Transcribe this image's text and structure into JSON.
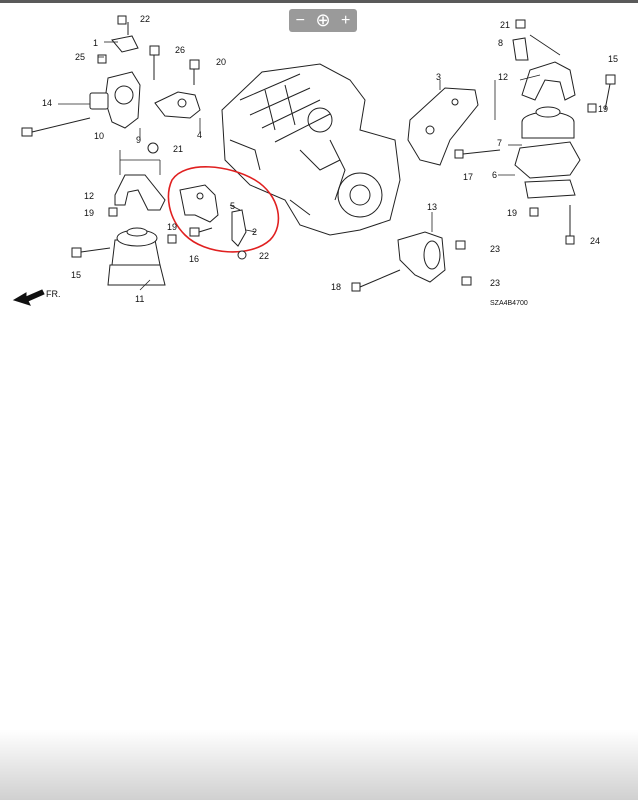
{
  "toolbar": {
    "zoom_out": "−",
    "zoom_fit": "⊕",
    "zoom_in": "+"
  },
  "diagram": {
    "orientation_label": "FR.",
    "drawing_code": "SZA4B4700",
    "highlight_color": "#e02020",
    "callouts": [
      "1",
      "2",
      "3",
      "4",
      "5",
      "6",
      "7",
      "8",
      "9",
      "10",
      "11",
      "12",
      "12",
      "13",
      "14",
      "15",
      "15",
      "16",
      "17",
      "18",
      "19",
      "19",
      "19",
      "19",
      "20",
      "21",
      "21",
      "22",
      "22",
      "23",
      "23",
      "24",
      "25",
      "26"
    ]
  }
}
